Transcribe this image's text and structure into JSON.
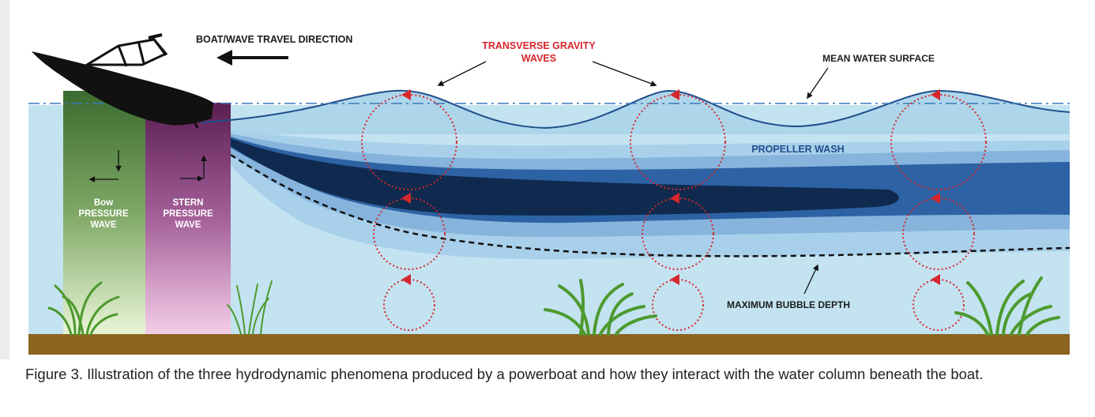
{
  "labels": {
    "travel_direction": "BOAT/WAVE TRAVEL DIRECTION",
    "transverse_line1": "TRANSVERSE GRAVITY",
    "transverse_line2": "WAVES",
    "mean_surface": "MEAN WATER SURFACE",
    "propeller_wash": "PROPELLER WASH",
    "bubble_depth": "MAXIMUM BUBBLE DEPTH",
    "bow_line1": "Bow",
    "bow_line2": "PRESSURE",
    "bow_line3": "WAVE",
    "stern_line1": "STERN",
    "stern_line2": "PRESSURE",
    "stern_line3": "WAVE"
  },
  "caption": "Figure 3. Illustration of the three hydrodynamic phenomena produced by a powerboat and how they interact with the water column beneath the boat.",
  "colors": {
    "water": "#c3e3f1",
    "crest_water": "#aed6eb",
    "wash_light": "#9ec3e2",
    "wash_mid": "#2d62a4",
    "wash_dark": "#0f2a4e",
    "sediment": "#8b6520",
    "bow_top": "#3b6b30",
    "bow_bottom": "#eaf6d8",
    "stern_top": "#5a1e52",
    "stern_bottom": "#f5cfe8",
    "vortex": "#d7262c",
    "plant": "#4d9a2e"
  }
}
